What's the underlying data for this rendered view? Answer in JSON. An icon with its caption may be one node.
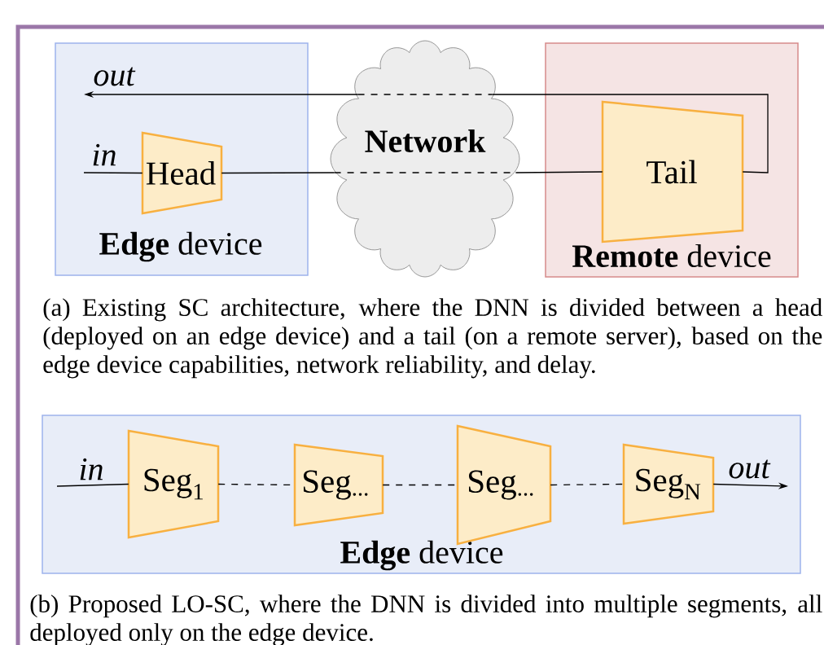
{
  "diagram": {
    "nodes": [
      {
        "text": [
          "**Edge** device"
        ]
      },
      {
        "text": [
          "Network"
        ]
      },
      {
        "text": [
          "**Remote** device"
        ]
      },
      {
        "text": [
          "Head"
        ],
        "in": 0
      },
      {
        "text": [
          "Tail"
        ],
        "in": 2
      },
      {
        "text": [
          "**Edge** device"
        ]
      },
      {
        "text": [
          "Seg$_{1}$"
        ],
        "in": 5
      },
      {
        "text": [
          "Seg$_{...}$"
        ],
        "in": 5
      },
      {
        "text": [
          "Seg$_{...}$"
        ],
        "in": 5
      },
      {
        "text": [
          "Seg$_{N}$"
        ],
        "in": 5
      }
    ],
    "edges": [
      {
        "from": null,
        "to": 3,
        "arrow": "none",
        "label": "in"
      },
      {
        "from": 3,
        "to": 1,
        "arrow": "none"
      },
      {
        "from": 1,
        "to": 4,
        "arrow": "none"
      },
      {
        "from": 4,
        "to": 1,
        "arrow": "none"
      },
      {
        "from": 1,
        "to": null,
        "arrow": "to",
        "label": "out"
      },
      {
        "from": null,
        "to": 6,
        "arrow": "none",
        "label": "in"
      },
      {
        "from": 6,
        "to": 7,
        "arrow": "none",
        "style": "dashed"
      },
      {
        "from": 7,
        "to": 8,
        "arrow": "none",
        "style": "dashed"
      },
      {
        "from": 8,
        "to": 9,
        "arrow": "none",
        "style": "dashed"
      },
      {
        "from": 9,
        "to": null,
        "arrow": "to",
        "label": "out"
      }
    ],
    "labels": [
      "(a) Existing SC architecture, where the DNN is divided between a head (deployed on an edge device) and a tail (on a remote server), based on the edge device capabilities, network reliability, and delay.",
      "(b) Proposed LO-SC, where the DNN is divided into multiple segments, all deployed only on the edge device."
    ]
  }
}
